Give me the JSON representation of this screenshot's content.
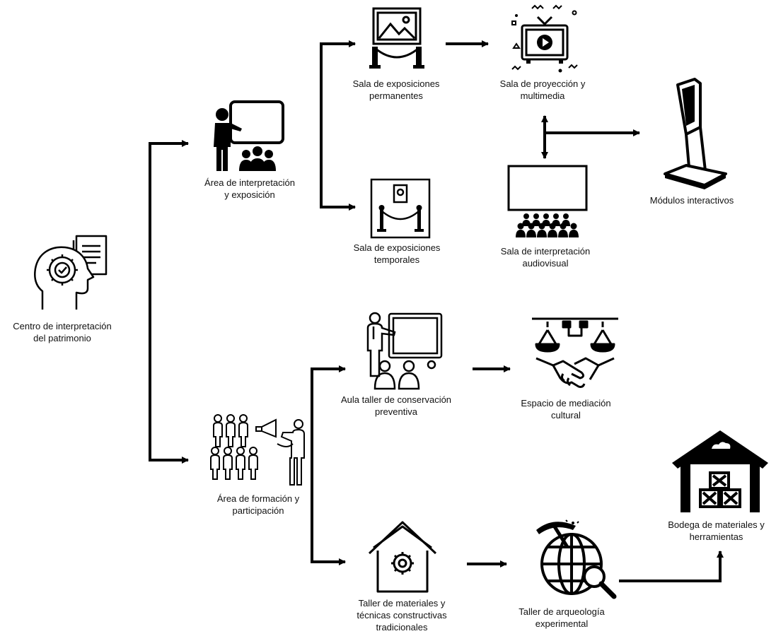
{
  "diagram": {
    "root": {
      "label": "Centro de interpretación\ndel patrimonio",
      "icon": "head-gear-document-icon"
    },
    "branches": [
      {
        "label": "Área de interpretación\ny exposición",
        "icon": "presenter-audience-icon",
        "children": [
          {
            "label": "Sala de exposiciones\npermanentes",
            "icon": "framed-picture-icon"
          },
          {
            "label": "Sala de exposiciones\ntemporales",
            "icon": "portrait-barrier-icon"
          },
          {
            "label": "Sala de proyección y\nmultimedia",
            "icon": "tv-play-icon"
          },
          {
            "label": "Sala de interpretación\naudiovisual",
            "icon": "cinema-screen-icon"
          },
          {
            "label": "Módulos interactivos",
            "icon": "kiosk-icon"
          }
        ]
      },
      {
        "label": "Área de formación y\nparticipación",
        "icon": "megaphone-crowd-icon",
        "children": [
          {
            "label": "Aula taller de conservación\npreventiva",
            "icon": "classroom-icon"
          },
          {
            "label": "Espacio de mediación\ncultural",
            "icon": "handshake-scales-icon"
          },
          {
            "label": "Taller de materiales y\ntécnicas constructivas\ntradicionales",
            "icon": "house-gear-icon"
          },
          {
            "label": "Taller de arqueología\nexperimental",
            "icon": "globe-pickaxe-icon"
          },
          {
            "label": "Bodega de materiales y\nherramientas",
            "icon": "warehouse-icon"
          }
        ]
      }
    ]
  }
}
